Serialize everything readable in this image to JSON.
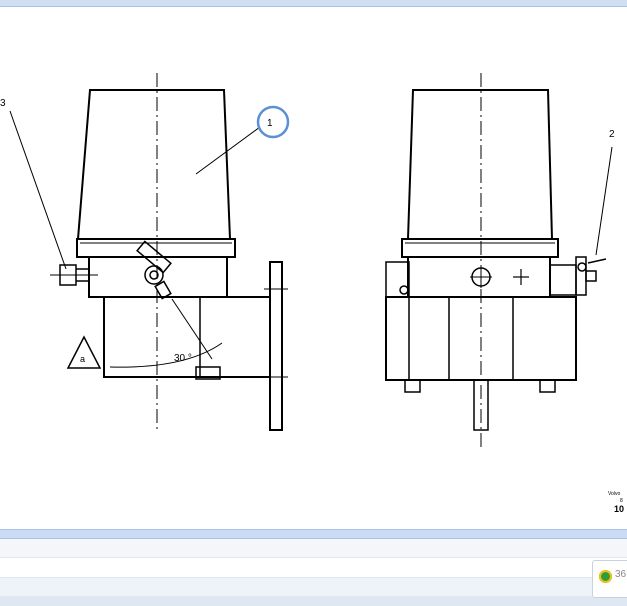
{
  "drawing": {
    "callouts": {
      "c1": "1",
      "c2": "2",
      "c3": "3"
    },
    "angle_label": "30 °",
    "datum_label": "a",
    "title_block": {
      "line1": "Volvo",
      "line2": "8",
      "line3": "10"
    }
  },
  "status": {
    "badge_text": "36"
  },
  "colors": {
    "topbar": "#cfdff2",
    "separator": "#c9dcf3",
    "callout_circle": "#5b8fd6",
    "badge_icon": "#2e9e3b"
  },
  "icons": {
    "status_badge_icon": "green-circle-icon"
  }
}
